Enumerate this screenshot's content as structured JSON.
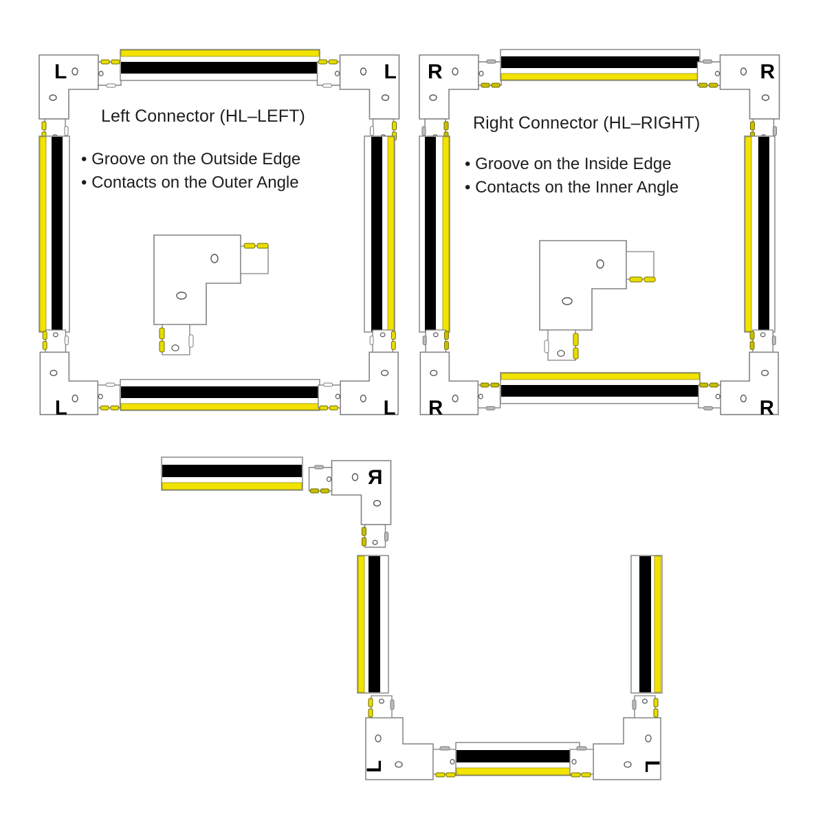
{
  "colors": {
    "yellow": "#F2E300",
    "black": "#000000",
    "white": "#FFFFFF",
    "outline": "#808080",
    "text": "#1D1D1B",
    "contact": "#E8DC00"
  },
  "panels": [
    {
      "id": "left",
      "caption": "Left Connector (HL–LEFT)",
      "letter": "L",
      "bullets": [
        "•  Groove on the Outside Edge",
        "•  Contacts on the Outer Angle"
      ],
      "groove_side": "outside",
      "top_track_yellow": "top",
      "bottom_track_yellow": "bottom",
      "left_track_yellow": "left",
      "right_track_yellow": "right"
    },
    {
      "id": "right",
      "caption": "Right Connector (HL–RIGHT)",
      "letter": "R",
      "bullets": [
        "•  Groove on the Inside Edge",
        "•  Contacts on the Inner Angle"
      ],
      "groove_side": "inside",
      "top_track_yellow": "bottom",
      "bottom_track_yellow": "top",
      "left_track_yellow": "right",
      "right_track_yellow": "left"
    }
  ],
  "bottom_assembly": {
    "letters": [
      "R",
      "L",
      "L"
    ],
    "top_track_yellow": "bottom",
    "left_track_yellow": "left",
    "right_track_yellow": "right",
    "bottom_track_yellow": "bottom"
  },
  "labels": {
    "left_panel_corner_tl": "L",
    "left_panel_corner_tr": "L",
    "left_panel_corner_bl": "L",
    "left_panel_corner_br": "L",
    "right_panel_corner_tl": "R",
    "right_panel_corner_tr": "R",
    "right_panel_corner_bl": "R",
    "right_panel_corner_br": "R",
    "bottom_corner_top": "R",
    "bottom_corner_bl": "L",
    "bottom_corner_br": "L"
  }
}
